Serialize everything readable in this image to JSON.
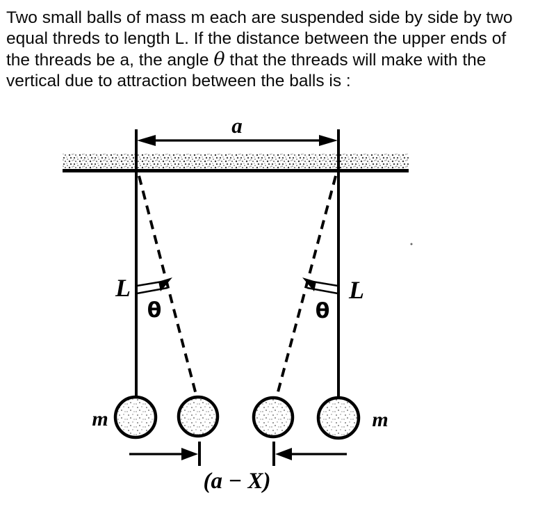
{
  "problem": {
    "line1": "Two small balls of mass m each are suspended side by side by two",
    "line2": "equal threds to length L. If the distance between the upper ends of",
    "line3_pre": "the threads be a, the angle ",
    "line3_theta": "θ",
    "line3_post": " that the threads will make with the",
    "line4": "vertical due to attraction between the balls is :"
  },
  "diagram": {
    "labels": {
      "top_distance": "a",
      "length_left": "L",
      "length_right": "L",
      "angle_left": "θ",
      "angle_right": "θ",
      "mass_left": "m",
      "mass_right": "m",
      "bottom_distance": "(a − X)"
    },
    "colors": {
      "ink": "#000000",
      "background": "#ffffff",
      "stipple": "#555555"
    }
  }
}
